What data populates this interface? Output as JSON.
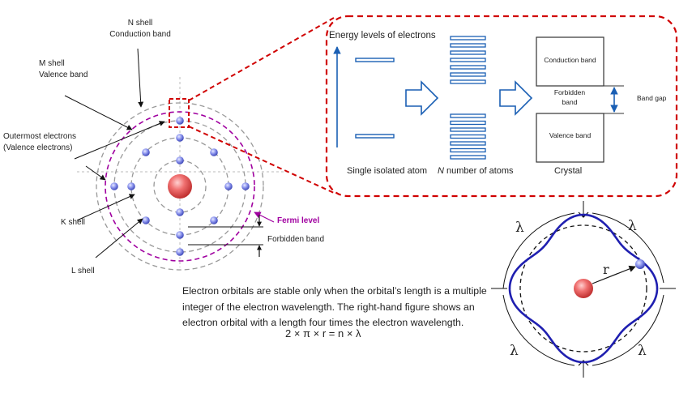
{
  "atom": {
    "n_shell": "N shell",
    "conduction_band": "Conduction band",
    "m_shell": "M shell",
    "valence_band": "Valence band",
    "outermost_electrons": "Outermost electrons",
    "valence_electrons": "(Valence electrons)",
    "k_shell": "K shell",
    "l_shell": "L shell",
    "fermi_level": "Fermi level",
    "forbidden_band": "Forbidden band"
  },
  "inset": {
    "title": "Energy levels of electrons",
    "single_atom": "Single isolated atom",
    "n_atoms_italic": "N",
    "n_atoms_rest": " number of atoms",
    "crystal": "Crystal",
    "conduction_band": "Conduction band",
    "forbidden_line1": "Forbidden",
    "forbidden_line2": "band",
    "valence_band": "Valence band",
    "band_gap": "Band gap"
  },
  "orbital": {
    "lambda": "λ",
    "radius": "r"
  },
  "text": {
    "line1": "Electron orbitals are stable only when the orbital’s length is a multiple",
    "line2": "integer of the electron wavelength. The right-hand figure shows an",
    "line3": "electron orbital with a length four times the electron wavelength.",
    "equation": "2 × π × r = n × λ"
  },
  "colors": {
    "accent_blue": "#1a5fb4",
    "dashed_red": "#d00000",
    "fermi_magenta": "#a000a0",
    "orbital_blue": "#1f1fb0",
    "electron": "#6d78e0",
    "nucleus": "#e04848"
  }
}
